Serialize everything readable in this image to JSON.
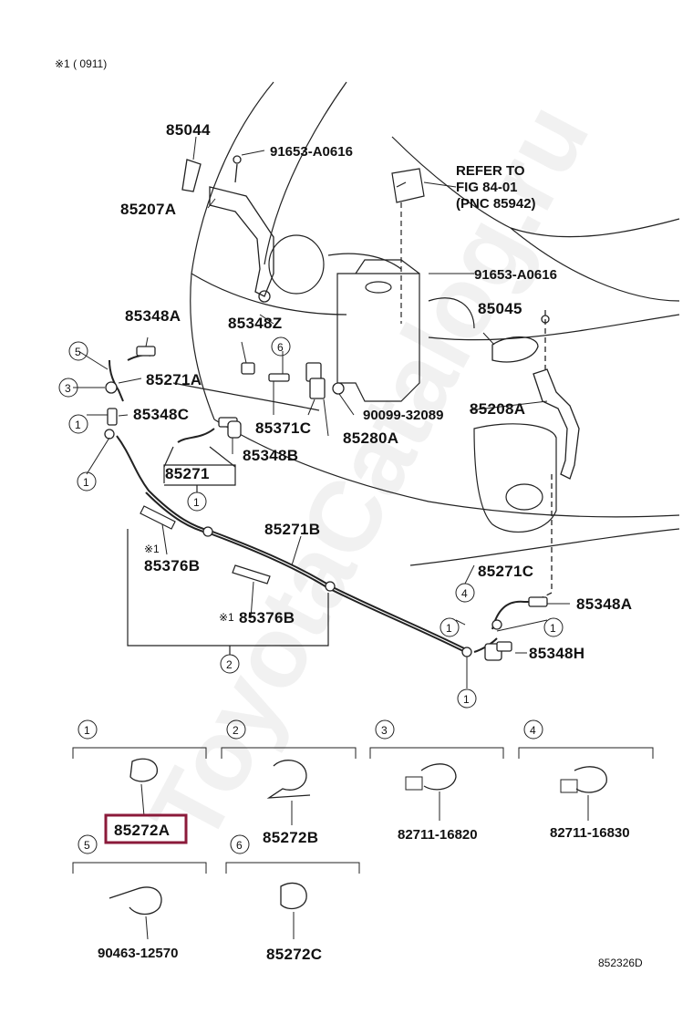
{
  "header_note": "※1 (        0911)",
  "refer_note": [
    "REFER TO",
    "FIG 84-01",
    "(PNC 85942)"
  ],
  "watermark": "ToyotaCatalog.ru",
  "diagram_code": "852326D",
  "highlight_color": "#8b1a3a",
  "part_labels": {
    "p85044": "85044",
    "p91653_top": "91653-A0616",
    "p85207A": "85207A",
    "p91653_right": "91653-A0616",
    "p85348A_left": "85348A",
    "p85348Z": "85348Z",
    "p85045": "85045",
    "p85271A": "85271A",
    "p85348C": "85348C",
    "p85371C": "85371C",
    "p90099": "90099-32089",
    "p85208A": "85208A",
    "p85280A": "85280A",
    "p85348B": "85348B",
    "p85271": "85271",
    "p85271B": "85271B",
    "p85376B_1": "85376B",
    "p85376B_2": "85376B",
    "p85271C": "85271C",
    "p85348A_right": "85348A",
    "p85348H": "85348H"
  },
  "star_mark": "※1",
  "callouts": [
    "1",
    "2",
    "3",
    "4",
    "5",
    "6"
  ],
  "legend": [
    {
      "num": "1",
      "part": "85272A",
      "highlighted": true
    },
    {
      "num": "2",
      "part": "85272B",
      "highlighted": false
    },
    {
      "num": "3",
      "part": "82711-16820",
      "highlighted": false
    },
    {
      "num": "4",
      "part": "82711-16830",
      "highlighted": false
    },
    {
      "num": "5",
      "part": "90463-12570",
      "highlighted": false
    },
    {
      "num": "6",
      "part": "85272C",
      "highlighted": false
    }
  ]
}
